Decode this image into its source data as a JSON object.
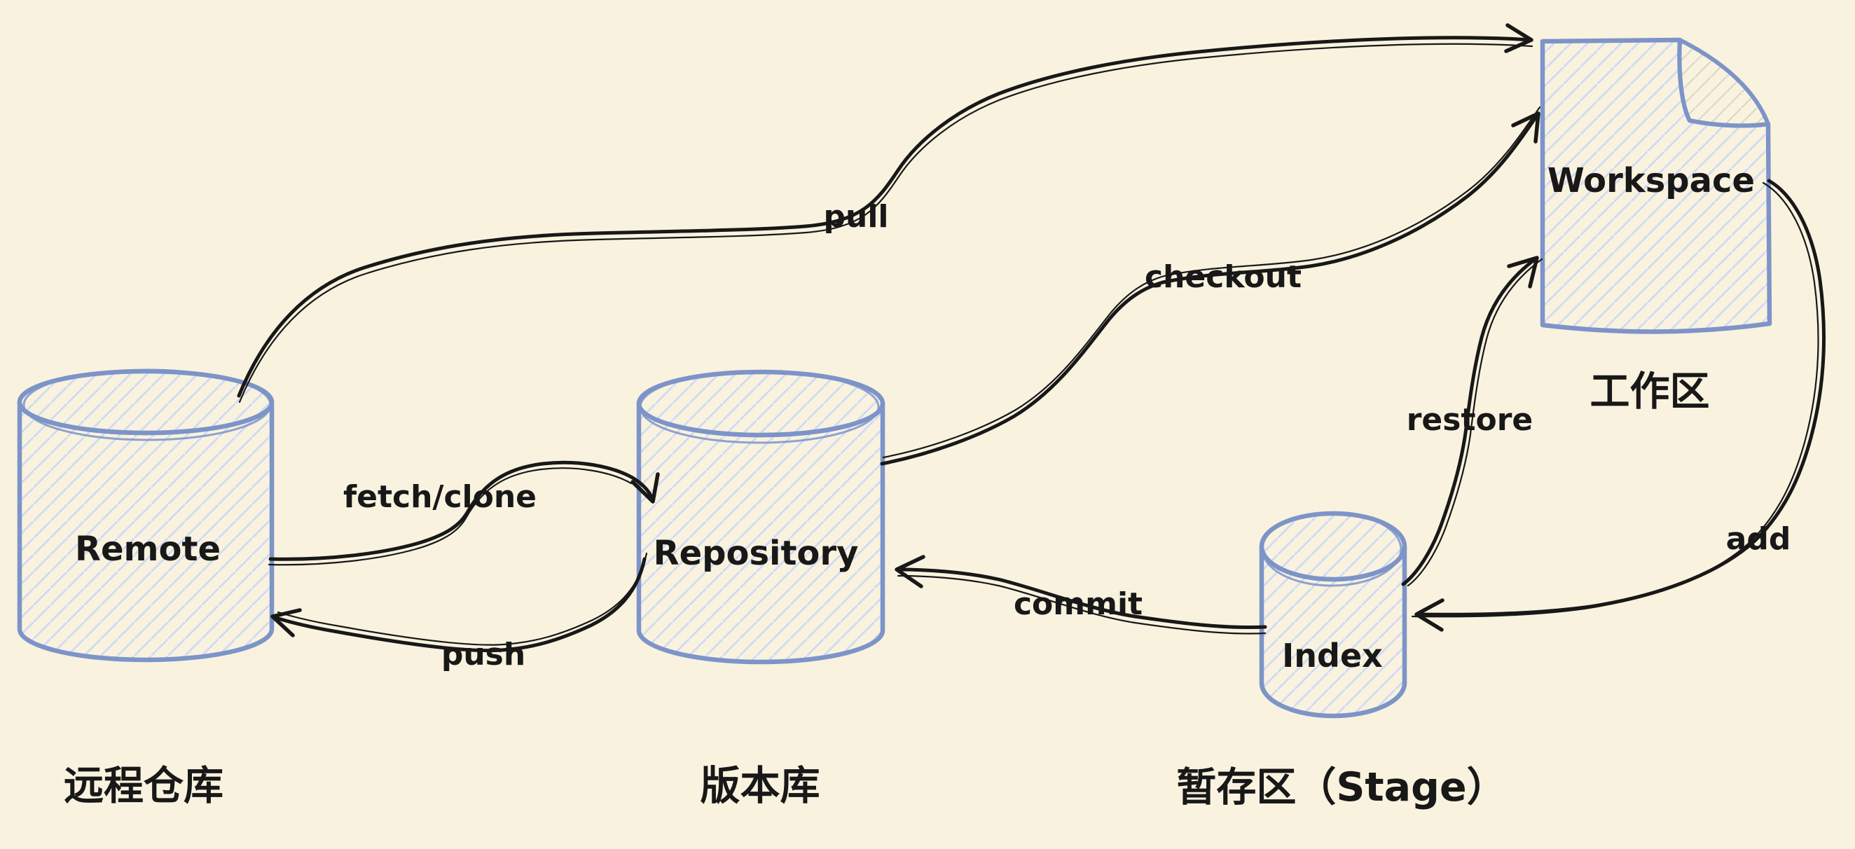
{
  "title": "Git workflow diagram",
  "colors": {
    "bg": "#F9F2DF",
    "blue": "#7D94C8",
    "hatch": "#CCDAF5",
    "ink": "#181818",
    "flap_hatch": "#DAD6C4"
  },
  "nodes": {
    "remote": {
      "label": "Remote",
      "caption": "远程仓库"
    },
    "repository": {
      "label": "Repository",
      "caption": "版本库"
    },
    "index": {
      "label": "Index",
      "caption": "暂存区（Stage）"
    },
    "workspace": {
      "label": "Workspace",
      "caption": "工作区"
    }
  },
  "edges": {
    "pull": {
      "label": "pull",
      "from": "remote",
      "to": "workspace"
    },
    "fetch_clone": {
      "label": "fetch/clone",
      "from": "remote",
      "to": "repository"
    },
    "push": {
      "label": "push",
      "from": "repository",
      "to": "remote"
    },
    "checkout": {
      "label": "checkout",
      "from": "repository",
      "to": "workspace"
    },
    "commit": {
      "label": "commit",
      "from": "index",
      "to": "repository"
    },
    "restore": {
      "label": "restore",
      "from": "index",
      "to": "workspace"
    },
    "add": {
      "label": "add",
      "from": "workspace",
      "to": "index"
    }
  }
}
